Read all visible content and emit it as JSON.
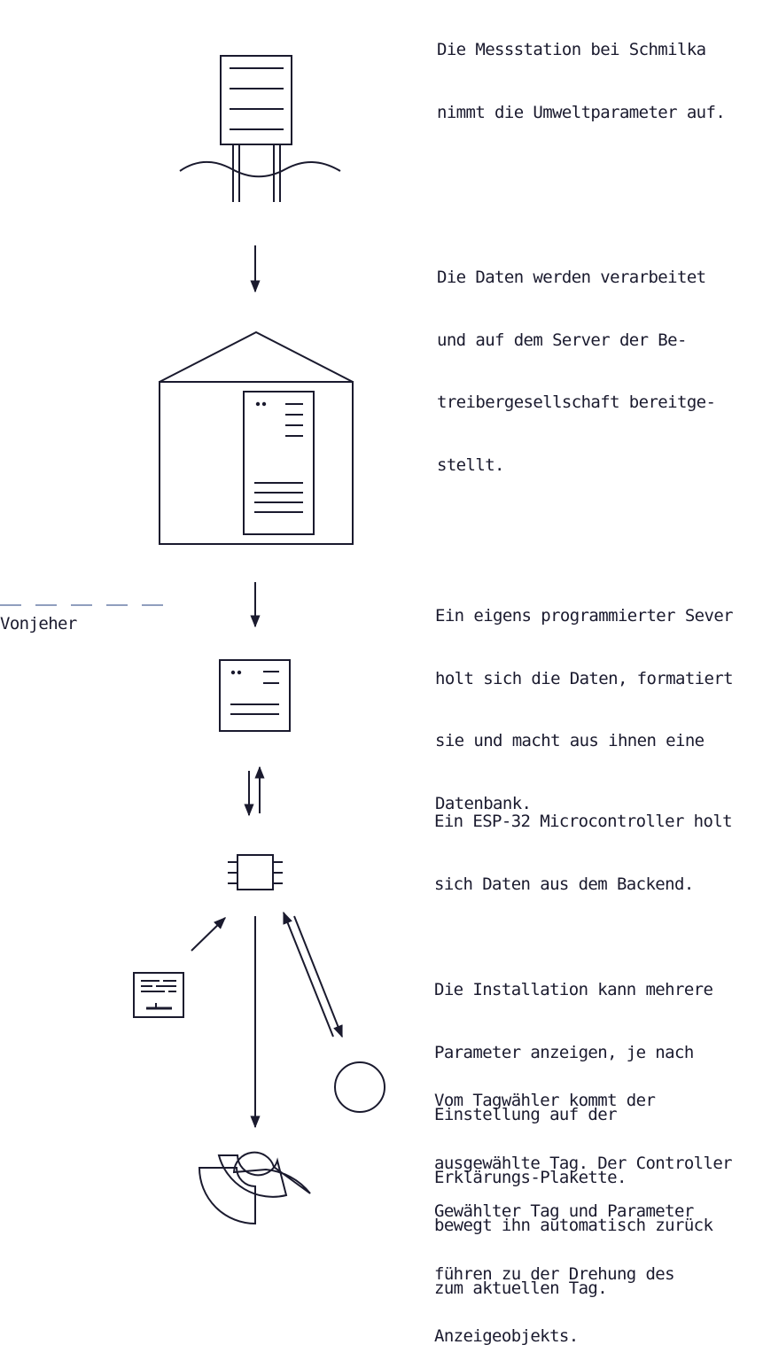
{
  "colors": {
    "ink": "#1a1a2e",
    "dash": "#6b7fa8",
    "background": "#ffffff"
  },
  "captions": [
    {
      "id": "station",
      "lines": [
        "Die Messstation bei Schmilka",
        "nimmt die Umweltparameter auf."
      ]
    },
    {
      "id": "server",
      "lines": [
        "Die Daten werden verarbeitet",
        "und auf dem Server der Be-",
        "treibergesellschaft bereitge-",
        "stellt."
      ]
    },
    {
      "id": "backend",
      "lines": [
        "Ein eigens programmierter Sever",
        "holt sich die Daten, formatiert",
        "sie und macht aus ihnen eine",
        "Datenbank."
      ]
    },
    {
      "id": "esp32",
      "lines": [
        "Ein ESP-32 Microcontroller holt",
        "sich Daten aus dem Backend."
      ]
    },
    {
      "id": "plakette",
      "lines": [
        "Die Installation kann mehrere",
        "Parameter anzeigen, je nach",
        "Einstellung auf der",
        "Erklärungs-Plakette."
      ]
    },
    {
      "id": "tagwaehler",
      "lines": [
        "Vom Tagwähler kommt der",
        "ausgewählte Tag. Der Controller",
        "bewegt ihn automatisch zurück",
        "zum aktuellen Tag."
      ]
    },
    {
      "id": "anzeige",
      "lines": [
        "Gewählter Tag und Parameter",
        "führen zu der Drehung des",
        "Anzeigeobjekts."
      ]
    }
  ],
  "side_label": "Vonjeher",
  "icons": [
    "measuring-station-icon",
    "server-building-icon",
    "backend-server-icon",
    "microcontroller-icon",
    "parameter-plaque-icon",
    "day-selector-dial-icon",
    "display-object-icon"
  ]
}
